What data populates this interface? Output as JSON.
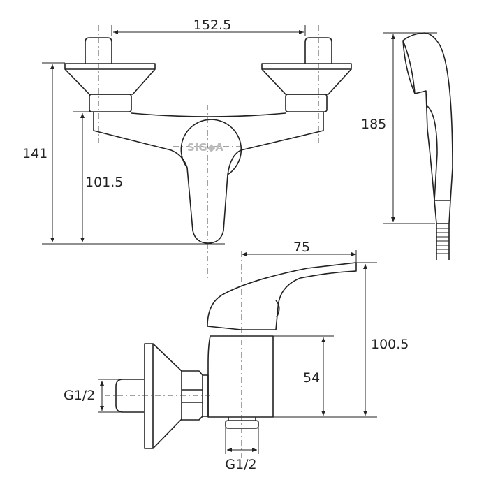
{
  "dimensions": {
    "knob_spacing": "152.5",
    "total_height": "141",
    "body_height": "101.5",
    "hand_shower_length": "185",
    "spout_reach": "75",
    "side_height": "100.5",
    "body_depth": "54",
    "inlet_thread": "G1/2",
    "outlet_thread": "G1/2"
  },
  "logo": "SIGMA",
  "colors": {
    "line": "#222222",
    "logo": "#bbbbbb"
  }
}
